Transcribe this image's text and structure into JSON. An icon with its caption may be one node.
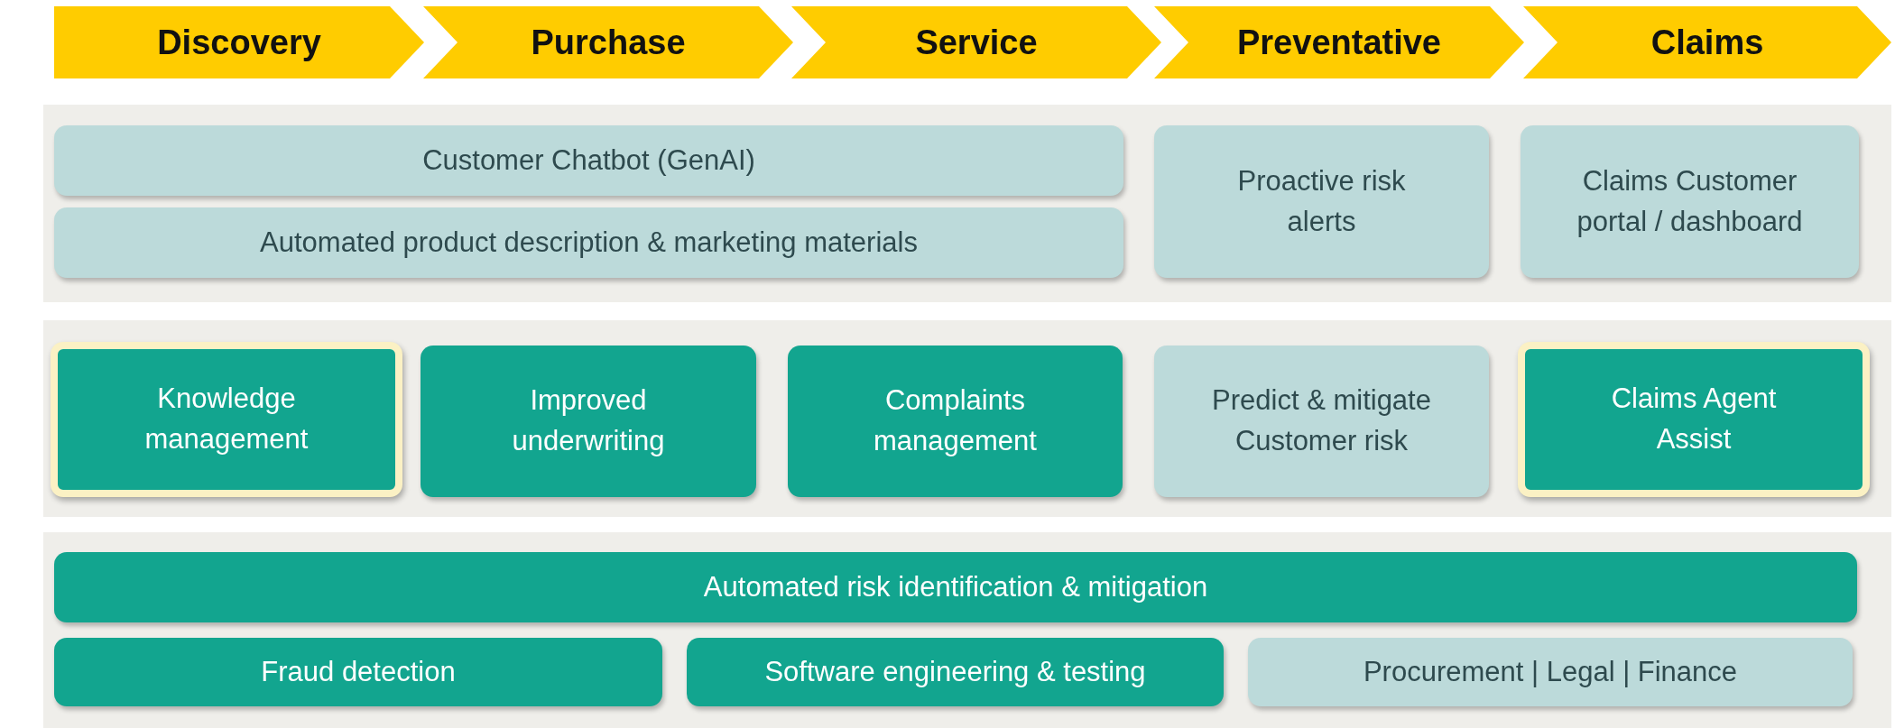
{
  "diagram": {
    "nodes": [
      {
        "text": [
          "Discovery"
        ]
      },
      {
        "text": [
          "Purchase"
        ]
      },
      {
        "text": [
          "Service"
        ]
      },
      {
        "text": [
          "Preventative"
        ]
      },
      {
        "text": [
          "Claims"
        ]
      },
      {
        "text": [],
        "shape": "box"
      },
      {
        "text": [
          "Customer Chatbot (GenAI)"
        ],
        "in": 5
      },
      {
        "text": [
          "Automated product description & marketing materials"
        ],
        "in": 5
      },
      {
        "text": [
          "Proactive risk alerts"
        ],
        "in": 5
      },
      {
        "text": [
          "Claims Customer portal / dashboard"
        ],
        "in": 5
      },
      {
        "text": [],
        "shape": "box"
      },
      {
        "text": [
          "Knowledge management"
        ],
        "in": 10
      },
      {
        "text": [
          "Improved underwriting"
        ],
        "in": 10
      },
      {
        "text": [
          "Complaints management"
        ],
        "in": 10
      },
      {
        "text": [
          "Predict & mitigate Customer risk"
        ],
        "in": 10
      },
      {
        "text": [
          "Claims Agent Assist"
        ],
        "in": 10
      },
      {
        "text": [],
        "shape": "box"
      },
      {
        "text": [
          "Automated risk identification & mitigation"
        ],
        "in": 16
      },
      {
        "text": [
          "Fraud detection"
        ],
        "in": 16
      },
      {
        "text": [
          "Software engineering & testing"
        ],
        "in": 16
      },
      {
        "text": [
          "Procurement | Legal | Finance"
        ],
        "in": 16
      }
    ],
    "edges": []
  }
}
